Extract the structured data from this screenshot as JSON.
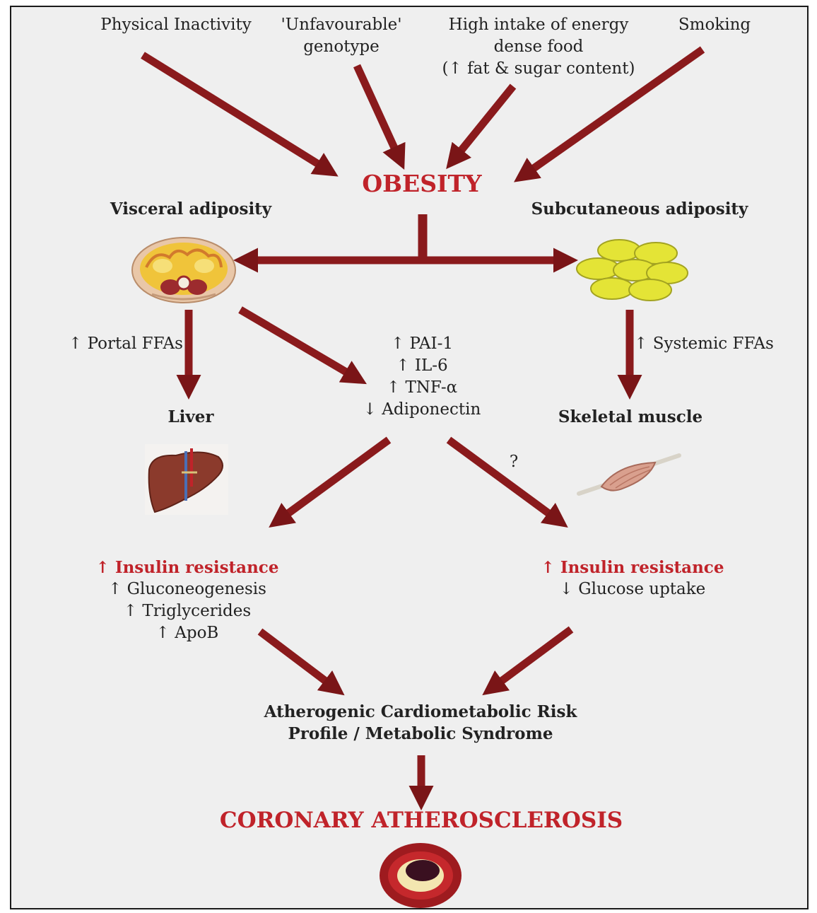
{
  "colors": {
    "arrow": "#8a1a1c",
    "accent": "#c0232a",
    "frame_bg": "#efefef"
  },
  "inputs": {
    "physical_inactivity": "Physical Inactivity",
    "genotype": [
      "'Unfavourable'",
      "genotype"
    ],
    "energy_food": [
      "High intake of energy",
      "dense food",
      "(↑ fat & sugar content)"
    ],
    "smoking": "Smoking"
  },
  "obesity": "OBESITY",
  "visceral": "Visceral adiposity",
  "subcutaneous": "Subcutaneous adiposity",
  "portal_ffas": "↑ Portal FFAs",
  "systemic_ffas": "↑ Systemic FFAs",
  "adipokines": [
    "↑ PAI-1",
    "↑ IL-6",
    "↑ TNF-α",
    "↓ Adiponectin"
  ],
  "liver": "Liver",
  "skeletal_muscle": "Skeletal muscle",
  "question": "?",
  "liver_effects": {
    "insulin": "↑ Insulin resistance",
    "lines": [
      "↑ Gluconeogenesis",
      "↑ Triglycerides",
      "↑ ApoB"
    ]
  },
  "muscle_effects": {
    "insulin": "↑ Insulin resistance",
    "lines": [
      "↓ Glucose uptake"
    ]
  },
  "risk_profile": [
    "Atherogenic Cardiometabolic  Risk",
    "Profile / Metabolic Syndrome"
  ],
  "outcome": "CORONARY ATHEROSCLEROSIS",
  "icons": [
    "visceral-fat-icon",
    "fat-cells-icon",
    "liver-icon",
    "muscle-icon",
    "artery-icon"
  ]
}
